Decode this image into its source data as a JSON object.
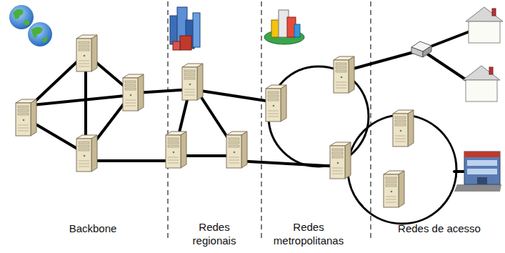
{
  "diagram": {
    "labels": [
      "Backbone",
      "Redes regionais",
      "Redes metropolitanas",
      "Redes de acesso"
    ]
  }
}
